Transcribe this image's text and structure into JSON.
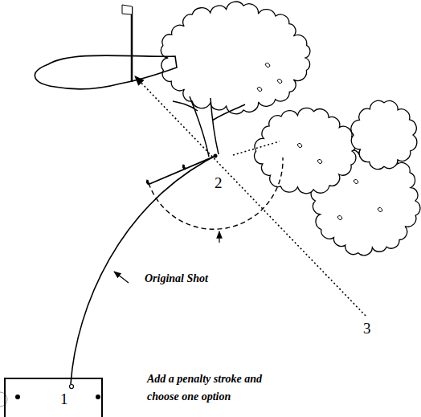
{
  "diagram": {
    "nodes": [
      {
        "text": [
          "1"
        ]
      }
    ],
    "labels": [
      "Original Shot",
      "Add a penalty stroke and choose one option",
      "2",
      "3"
    ]
  }
}
